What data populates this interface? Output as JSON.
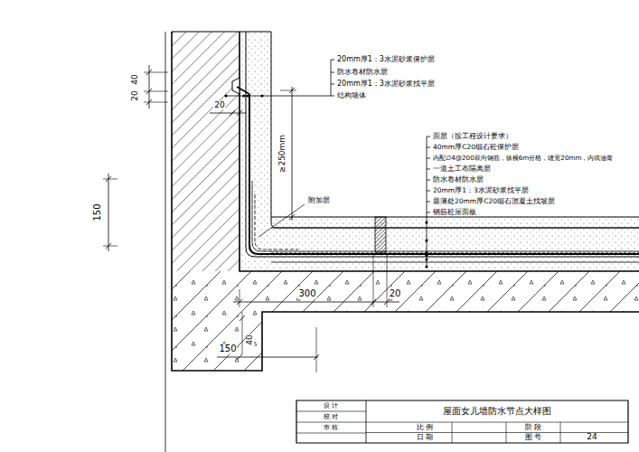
{
  "diagram": {
    "title": "屋面女儿墙防水节点大样图",
    "labels": [
      "20mm厚1：3水泥砂浆保护层",
      "防水卷材防水层",
      "20mm厚1：3水泥砂浆找平层",
      "结构墙体",
      "20",
      "40",
      "20",
      "≥250mm",
      "150",
      "附加层",
      "面层（按工程设计要求）",
      "40mm厚C20细石砼保护层",
      "内配∅4@200双向钢筋，纵横6m分格，缝宽20mm，内填油膏",
      "一道土工布隔离层",
      "防水卷材防水层",
      "20mm厚1：3水泥砂浆找平层",
      "最薄处20mm厚C20细石混凝土找坡层",
      "钢筋砼屋面板",
      "300",
      "20",
      "40",
      "150",
      "设 计",
      "校 对",
      "审 核",
      "比 例",
      "阶 段",
      "日 期",
      "图 号",
      "24"
    ]
  }
}
